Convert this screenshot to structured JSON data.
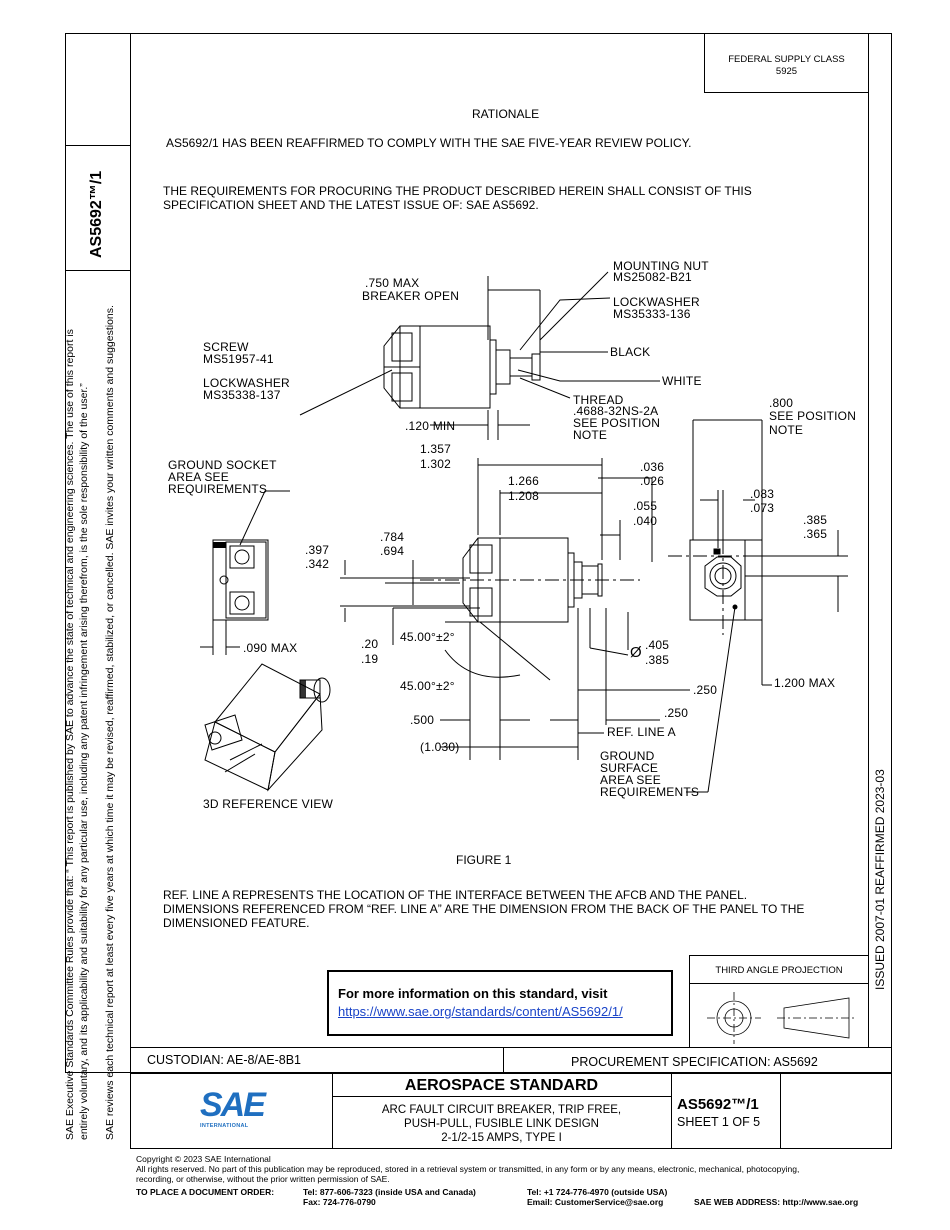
{
  "side_margin": {
    "doc_id": "AS5692™/1",
    "disclaimer_line1": "SAE Executive Standards Committee Rules provide that: “  This report is published by SAE to advance the state of technical and engineering sciences. The use of this report is",
    "disclaimer_line2": "entirely voluntary, and its applicability and suitability for any particular use, including any patent infringement arising therefrom, is the sole responsibility of the user.”",
    "disclaimer_line3": "SAE reviews each technical report at least every five years at which time it may be revised, reaffirmed, stabilized, or cancelled. SAE invites your written comments and suggestions."
  },
  "right_margin": {
    "status": "ISSUED 2007-01    REAFFIRMED 2023-03"
  },
  "header": {
    "fsc_line1": "FEDERAL SUPPLY CLASS",
    "fsc_line2": "5925"
  },
  "body": {
    "rationale_title": "RATIONALE",
    "rationale_text": "AS5692/1 HAS BEEN REAFFIRMED TO COMPLY WITH THE SAE FIVE-YEAR REVIEW POLICY.",
    "requirements_line1": "THE REQUIREMENTS FOR PROCURING THE PRODUCT DESCRIBED HEREIN SHALL CONSIST OF THIS",
    "requirements_line2": "SPECIFICATION SHEET AND THE LATEST ISSUE OF: SAE AS5692.",
    "figure_caption": "FIGURE 1",
    "ref_line1": "REF. LINE A REPRESENTS THE LOCATION OF THE INTERFACE BETWEEN THE AFCB AND THE PANEL.",
    "ref_line2": "DIMENSIONS REFERENCED FROM “REF. LINE A” ARE THE DIMENSION FROM THE BACK OF THE PANEL TO THE",
    "ref_line3": "DIMENSIONED FEATURE.",
    "info_title": "For more information on this standard, visit",
    "info_link": "https://www.sae.org/standards/content/AS5692/1/",
    "projection_label": "THIRD ANGLE PROJECTION"
  },
  "drawing": {
    "mounting_nut_1": "MOUNTING NUT",
    "mounting_nut_2": "MS25082-B21",
    "lockwasher_nut_1": "LOCKWASHER",
    "lockwasher_nut_2": "MS35333-136",
    "breaker_open_1": ".750 MAX",
    "breaker_open_2": "BREAKER OPEN",
    "black": "BLACK",
    "white": "WHITE",
    "screw_1": "SCREW",
    "screw_2": "MS51957-41",
    "lockwasher_screw_1": "LOCKWASHER",
    "lockwasher_screw_2": "MS35338-137",
    "thread_1": "THREAD",
    "thread_2": ".4688-32NS-2A",
    "thread_3": "SEE POSITION",
    "thread_4": "NOTE",
    "min_120": ".120 MIN",
    "pos_800_1": ".800",
    "pos_800_2": "SEE POSITION",
    "pos_800_3": "NOTE",
    "ground_socket_1": "GROUND SOCKET",
    "ground_socket_2": "AREA SEE",
    "ground_socket_3": "REQUIREMENTS",
    "d1357": "1.357",
    "d1302": "1.302",
    "d1266": "1.266",
    "d1208": "1.208",
    "d036": ".036",
    "d026": ".026",
    "d055": ".055",
    "d040": ".040",
    "d083": ".083",
    "d073": ".073",
    "d385a": ".385",
    "d365": ".365",
    "d784": ".784",
    "d694": ".694",
    "d397": ".397",
    "d342": ".342",
    "d20": ".20",
    "d19": ".19",
    "angle1": "45.00°±2°",
    "angle2": "45.00°±2°",
    "dia_sym": "Ø",
    "d405": ".405",
    "d385b": ".385",
    "max_090": ".090 MAX",
    "max_1200": "1.200 MAX",
    "d250a": ".250",
    "d250b": ".250",
    "d500": ".500",
    "d1030": "(1.030)",
    "ref_line_a": "REF. LINE A",
    "ground_surface_1": "GROUND",
    "ground_surface_2": "SURFACE",
    "ground_surface_3": "AREA SEE",
    "ground_surface_4": "REQUIREMENTS",
    "ref_view": "3D REFERENCE VIEW"
  },
  "title_block": {
    "custodian": "CUSTODIAN: AE-8/AE-8B1",
    "procurement": "PROCUREMENT SPECIFICATION: AS5692",
    "category": "AEROSPACE STANDARD",
    "title_line1": "ARC FAULT CIRCUIT BREAKER, TRIP FREE,",
    "title_line2": "PUSH-PULL, FUSIBLE LINK DESIGN",
    "title_line3": "2-1/2-15 AMPS, TYPE I",
    "doc_number": "AS5692™/1",
    "sheet": "SHEET 1 OF 5",
    "logo_text": "SAE",
    "logo_sub": "INTERNATIONAL"
  },
  "footer": {
    "copyright": "Copyright © 2023 SAE International",
    "rights_line1": "All rights reserved. No part of this publication may be reproduced, stored in a retrieval system or transmitted, in any form or by any means, electronic, mechanical, photocopying,",
    "rights_line2": "recording, or otherwise, without the prior written permission of SAE.",
    "order_label": "TO PLACE A DOCUMENT ORDER:",
    "tel_us": "Tel: 877-606-7323 (inside USA and Canada)",
    "fax": "Fax: 724-776-0790",
    "tel_intl": "Tel: +1 724-776-4970 (outside USA)",
    "email": "Email: CustomerService@sae.org",
    "web": "SAE WEB ADDRESS: http://www.sae.org"
  },
  "colors": {
    "link": "#1a44c8",
    "logo_blue": "#1f6fc0"
  }
}
